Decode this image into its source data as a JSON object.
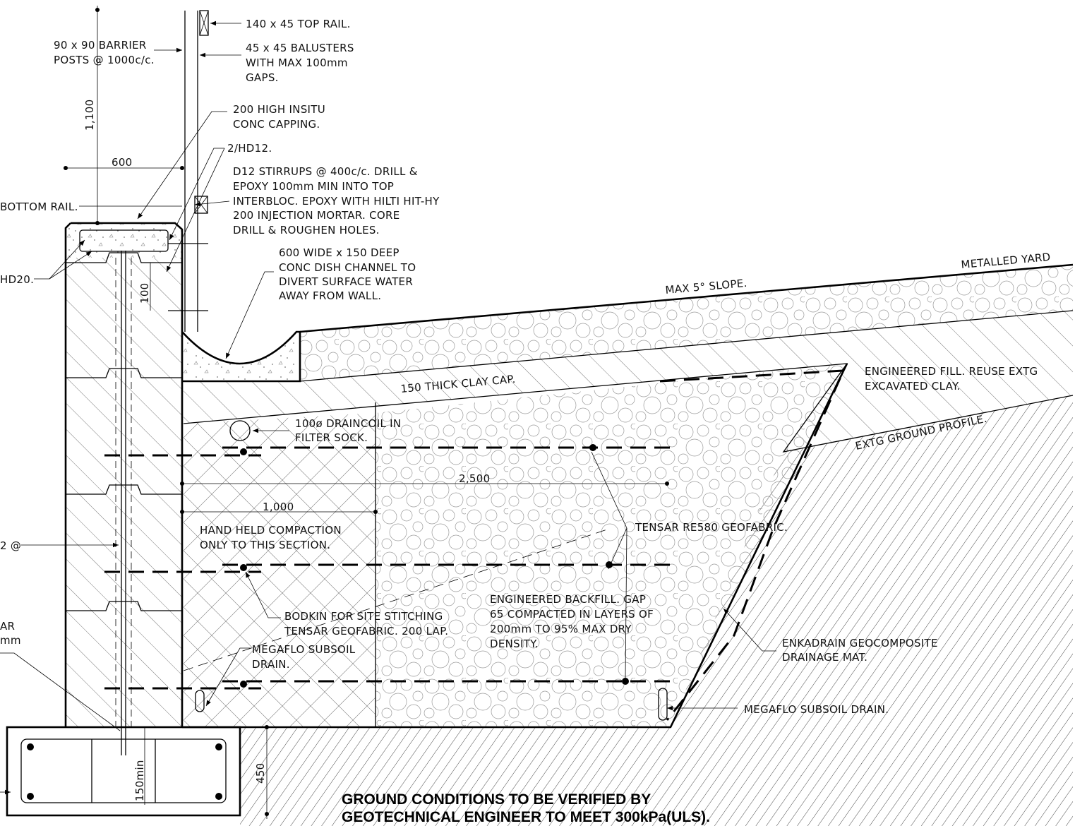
{
  "labels": {
    "top_rail": "140 x 45 TOP RAIL.",
    "barrier_posts_1": "90 x 90 BARRIER",
    "barrier_posts_2": "POSTS @ 1000c/c.",
    "balusters_1": "45 x 45 BALUSTERS",
    "balusters_2": "WITH MAX 100mm",
    "balusters_3": "GAPS.",
    "capping_1": "200 HIGH INSITU",
    "capping_2": "CONC CAPPING.",
    "hd12": "2/HD12.",
    "stirrups_1": "D12 STIRRUPS @ 400c/c. DRILL &",
    "stirrups_2": "EPOXY 100mm MIN INTO TOP",
    "stirrups_3": "INTERBLOC. EPOXY WITH HILTI HIT-HY",
    "stirrups_4": "200 INJECTION MORTAR. CORE",
    "stirrups_5": "DRILL & ROUGHEN HOLES.",
    "bottom_rail": "BOTTOM RAIL.",
    "hd20": "HD20.",
    "dish_1": "600 WIDE x 150 DEEP",
    "dish_2": "CONC DISH CHANNEL TO",
    "dish_3": "DIVERT SURFACE WATER",
    "dish_4": "AWAY FROM WALL.",
    "max_slope": "MAX 5° SLOPE.",
    "metalled_yard": "METALLED YARD",
    "clay_cap": "150 THICK CLAY CAP.",
    "eng_fill_1": "ENGINEERED FILL. REUSE EXTG",
    "eng_fill_2": "EXCAVATED CLAY.",
    "draincoil_1": "100ø DRAINCOIL IN",
    "draincoil_2": "FILTER SOCK.",
    "extg_ground": "EXTG GROUND PROFILE.",
    "tensar": "TENSAR RE580 GEOFABRIC.",
    "hand_held_1": "HAND HELD COMPACTION",
    "hand_held_2": "ONLY TO THIS SECTION.",
    "left_cut_1": "2 @",
    "left_cut_2": "AR",
    "left_cut_3": "mm",
    "bodkin_1": "BODKIN FOR SITE STITCHING",
    "bodkin_2": "TENSAR GEOFABRIC. 200 LAP.",
    "backfill_1": "ENGINEERED BACKFILL. GAP",
    "backfill_2": "65 COMPACTED IN LAYERS OF",
    "backfill_3": "200mm TO 95% MAX DRY",
    "backfill_4": "DENSITY.",
    "megaflo_left_1": "MEGAFLO SUBSOIL",
    "megaflo_left_2": "DRAIN.",
    "enkadrain_1": "ENKADRAIN GEOCOMPOSITE",
    "enkadrain_2": "DRAINAGE MAT.",
    "megaflo_right": "MEGAFLO SUBSOIL DRAIN.",
    "note_1": "GROUND CONDITIONS TO BE VERIFIED BY",
    "note_2": "GEOTECHNICAL ENGINEER TO MEET 300kPa(ULS)."
  },
  "dimensions": {
    "d1100": "1,100",
    "d600": "600",
    "d100": "100",
    "d2500": "2,500",
    "d1000": "1,000",
    "d450": "450",
    "d150min": "150min"
  },
  "colors": {
    "ink": "#000000",
    "background": "#ffffff"
  }
}
